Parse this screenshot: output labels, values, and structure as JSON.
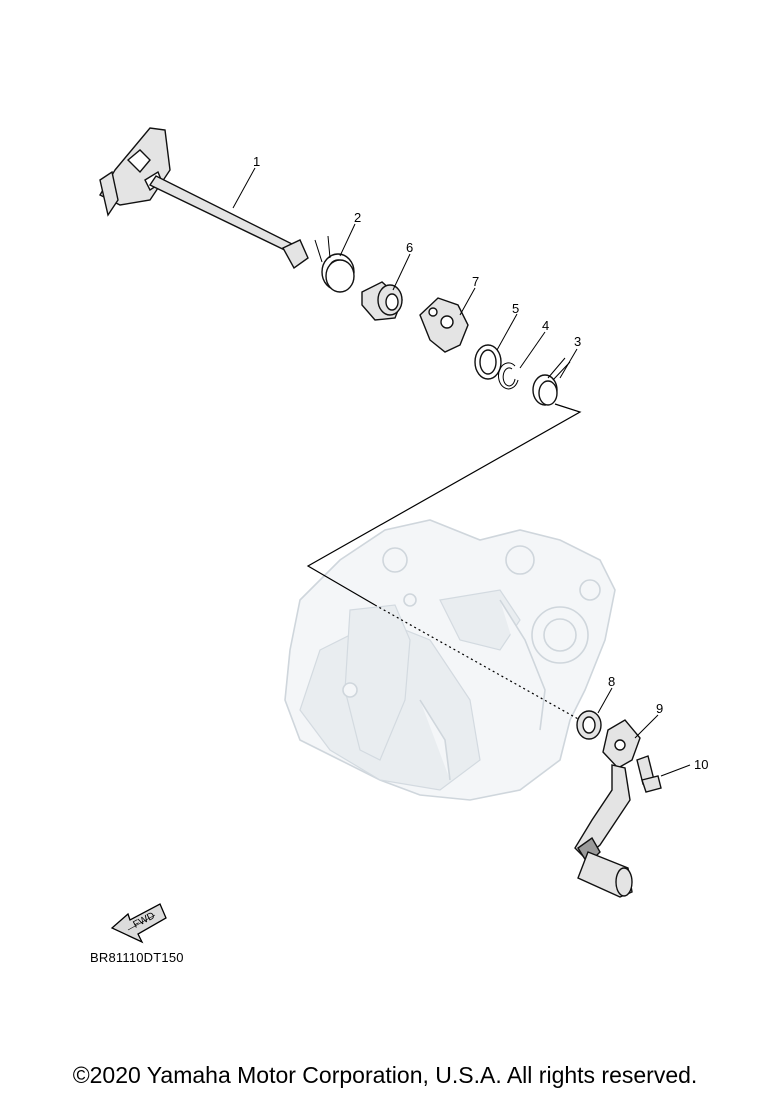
{
  "diagram": {
    "callouts": [
      {
        "id": "1",
        "label": "1"
      },
      {
        "id": "2",
        "label": "2"
      },
      {
        "id": "3",
        "label": "3"
      },
      {
        "id": "4",
        "label": "4"
      },
      {
        "id": "5",
        "label": "5"
      },
      {
        "id": "6",
        "label": "6"
      },
      {
        "id": "7",
        "label": "7"
      },
      {
        "id": "8",
        "label": "8"
      },
      {
        "id": "9",
        "label": "9"
      },
      {
        "id": "10",
        "label": "10"
      }
    ],
    "fwd_label": "FWD",
    "diagram_code": "BR81110DT150"
  },
  "footer": {
    "copyright": "©2020 Yamaha Motor Corporation, U.S.A. All rights reserved."
  },
  "colors": {
    "ink": "#000000",
    "part_fill": "#e4e4e4",
    "ghost_engine": "#eef1f4"
  }
}
